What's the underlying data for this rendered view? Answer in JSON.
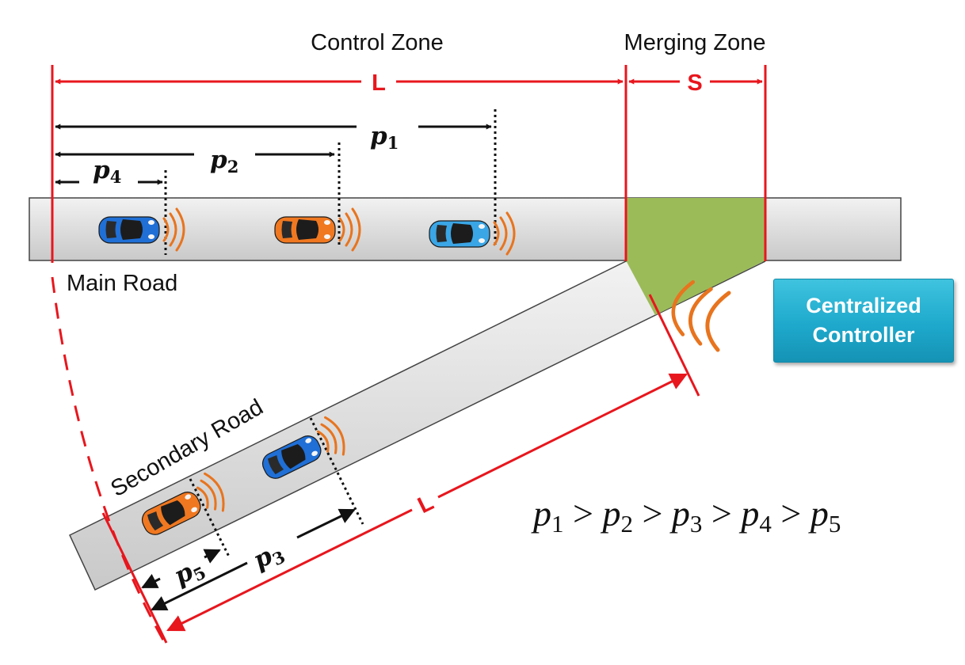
{
  "zones": {
    "control_zone": "Control Zone",
    "merging_zone": "Merging Zone",
    "control_length": "L",
    "merging_length": "S",
    "secondary_length": "L"
  },
  "roads": {
    "main": "Main Road",
    "secondary": "Secondary Road"
  },
  "controller": {
    "line1": "Centralized",
    "line2": "Controller"
  },
  "positions": [
    {
      "base": "p",
      "sub": "1"
    },
    {
      "base": "p",
      "sub": "2"
    },
    {
      "base": "p",
      "sub": "3"
    },
    {
      "base": "p",
      "sub": "4"
    },
    {
      "base": "p",
      "sub": "5"
    }
  ],
  "relation": {
    "terms": [
      "p1",
      "p2",
      "p3",
      "p4",
      "p5"
    ],
    "operator": ">"
  },
  "colors": {
    "dimension_red": "#e8161d",
    "merging_zone_green": "#9bbb59",
    "road_gray": "#dcdcdc",
    "signal_orange": "#e8741e",
    "car_blue": "#1f6fd6",
    "car_orange": "#f07820",
    "car_light_blue": "#3aa6e6",
    "controller_teal": "#1ea9cc"
  },
  "vehicles": [
    {
      "road": "main",
      "color": "car_blue"
    },
    {
      "road": "main",
      "color": "car_orange"
    },
    {
      "road": "main",
      "color": "car_light_blue"
    },
    {
      "road": "secondary",
      "color": "car_blue"
    },
    {
      "road": "secondary",
      "color": "car_orange"
    }
  ]
}
